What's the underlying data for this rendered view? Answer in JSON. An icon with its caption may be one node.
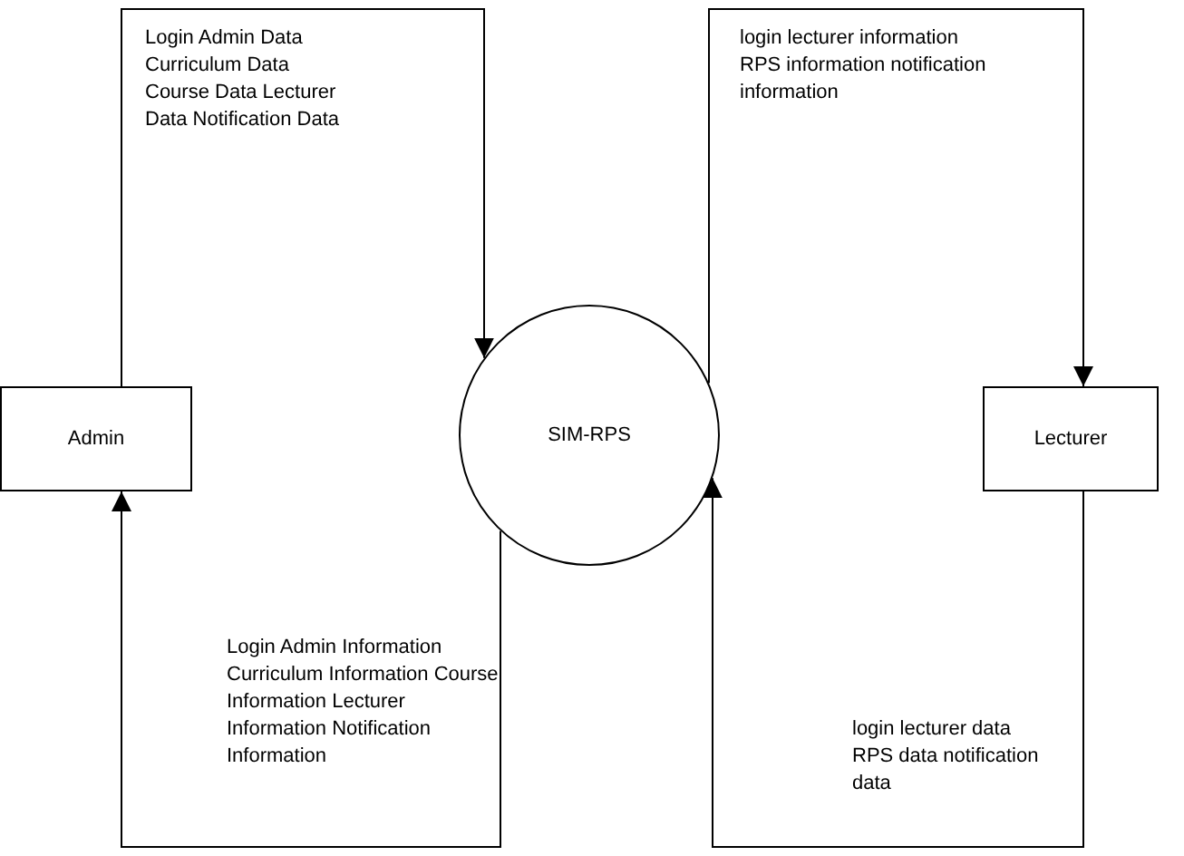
{
  "diagram": {
    "nodes": [
      {
        "text": [
          "Admin"
        ]
      },
      {
        "text": [
          "SIM-RPS"
        ]
      },
      {
        "text": [
          "Lecturer"
        ]
      }
    ],
    "edges": [
      {
        "from": 0,
        "to": 1,
        "arrow": "to",
        "label": "Login Admin Data Curriculum Data Course Data Lecturer Data Notification Data"
      },
      {
        "from": 1,
        "to": 2,
        "arrow": "to",
        "label": "login lecturer information RPS information notification information"
      },
      {
        "from": 1,
        "to": 0,
        "arrow": "to",
        "label": "Login Admin Information Curriculum Information Course Information Lecturer Information Notification Information"
      },
      {
        "from": 2,
        "to": 1,
        "arrow": "to",
        "label": "login lecturer data RPS data notification data"
      }
    ]
  }
}
